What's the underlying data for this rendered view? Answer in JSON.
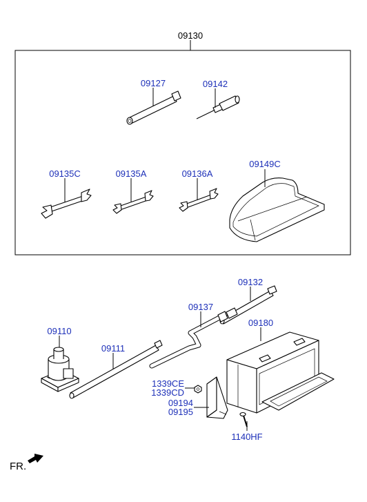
{
  "diagram": {
    "assembly_label": "09130",
    "fr_label": "FR.",
    "parts": [
      {
        "id": "09127",
        "label": "09127",
        "icon": "socket-wrench-icon"
      },
      {
        "id": "09142",
        "label": "09142",
        "icon": "screwdriver-icon"
      },
      {
        "id": "09135C",
        "label": "09135C",
        "icon": "open-end-wrench-icon"
      },
      {
        "id": "09135A",
        "label": "09135A",
        "icon": "open-end-wrench-icon"
      },
      {
        "id": "09136A",
        "label": "09136A",
        "icon": "open-end-wrench-icon"
      },
      {
        "id": "09149C",
        "label": "09149C",
        "icon": "tool-bag-icon"
      },
      {
        "id": "09132",
        "label": "09132",
        "icon": "extension-bar-icon"
      },
      {
        "id": "09137",
        "label": "09137",
        "icon": "crank-handle-icon"
      },
      {
        "id": "09180",
        "label": "09180",
        "icon": "tool-box-icon"
      },
      {
        "id": "09110",
        "label": "09110",
        "icon": "bottle-jack-icon"
      },
      {
        "id": "09111",
        "label": "09111",
        "icon": "jack-handle-icon"
      },
      {
        "id": "1339CE",
        "label": "1339CE",
        "icon": "nut-icon"
      },
      {
        "id": "1339CD",
        "label": "1339CD",
        "icon": "nut-icon"
      },
      {
        "id": "09194",
        "label": "09194",
        "icon": "bracket-icon"
      },
      {
        "id": "09195",
        "label": "09195",
        "icon": "bracket-icon"
      },
      {
        "id": "1140HF",
        "label": "1140HF",
        "icon": "bolt-icon"
      }
    ]
  }
}
